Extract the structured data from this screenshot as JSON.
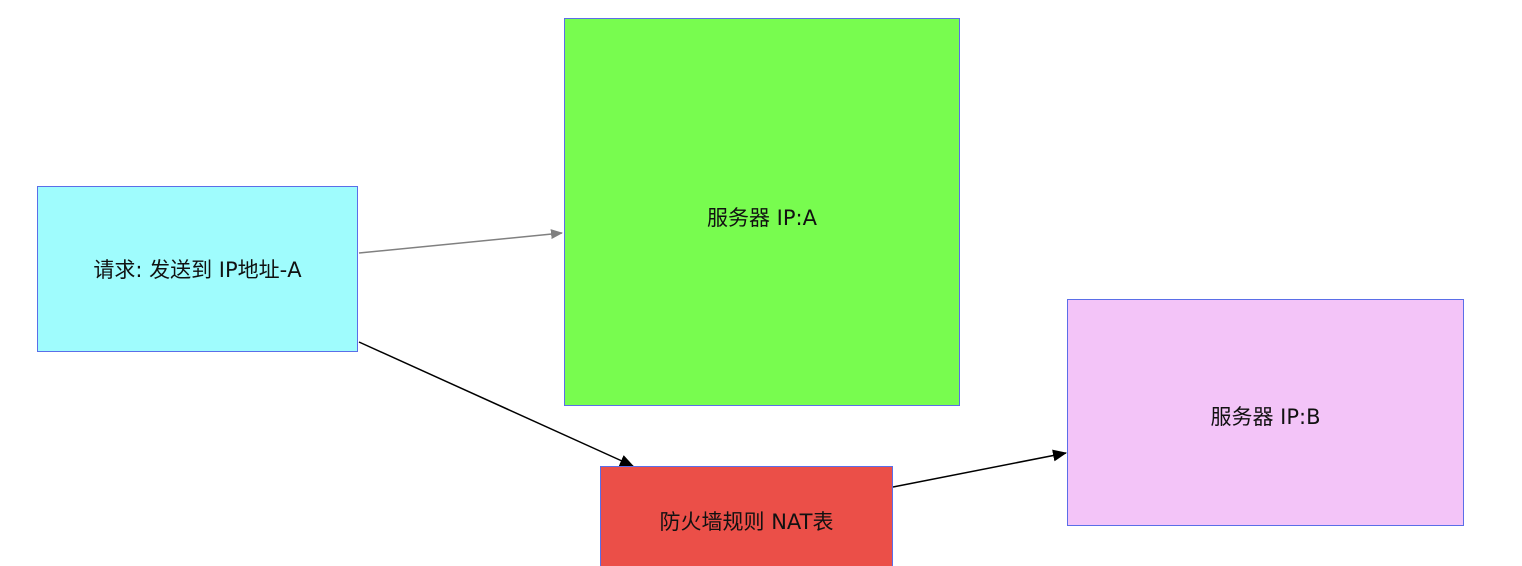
{
  "nodes": {
    "request": {
      "label": "请求: 发送到 IP地址-A",
      "color": "#9ffcfd"
    },
    "server_a": {
      "label": "服务器 IP:A",
      "color": "#78fc4f"
    },
    "server_b": {
      "label": "服务器 IP:B",
      "color": "#f3c4f8"
    },
    "nat": {
      "label": "防火墙规则 NAT表",
      "color": "#eb4f48"
    }
  },
  "edges": [
    {
      "from": "request",
      "to": "server_a",
      "color": "#808080"
    },
    {
      "from": "request",
      "to": "nat",
      "color": "#000000"
    },
    {
      "from": "nat",
      "to": "server_b",
      "color": "#000000"
    }
  ]
}
